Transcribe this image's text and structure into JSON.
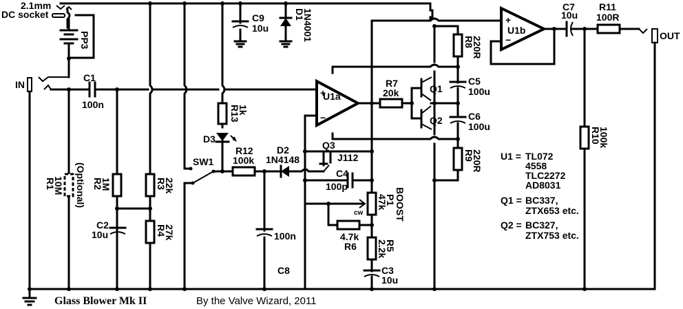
{
  "title": "Glass Blower Mk II",
  "credit": "By the Valve Wizard, 2011",
  "connectors": {
    "dc_socket": [
      "2.1mm",
      "DC socket"
    ],
    "battery": "PP3",
    "input": "IN",
    "output": "OUT"
  },
  "components": {
    "C1": {
      "ref": "C1",
      "value": "100n"
    },
    "C2": {
      "ref": "C2",
      "value": "10u"
    },
    "C3": {
      "ref": "C3",
      "value": "10u"
    },
    "C4": {
      "ref": "C4",
      "value": "100p"
    },
    "C5": {
      "ref": "C5",
      "value": "100u"
    },
    "C6": {
      "ref": "C6",
      "value": "100u"
    },
    "C7": {
      "ref": "C7",
      "value": "10u"
    },
    "C8": {
      "ref": "C8",
      "value": "100n"
    },
    "C9": {
      "ref": "C9",
      "value": "10u"
    },
    "R1": {
      "ref": "R1",
      "value": "10M",
      "note": "(Optional)"
    },
    "R2": {
      "ref": "R2",
      "value": "1M"
    },
    "R3": {
      "ref": "R3",
      "value": "22k"
    },
    "R4": {
      "ref": "R4",
      "value": "27k"
    },
    "R5": {
      "ref": "R5",
      "value": "2.2k"
    },
    "R6": {
      "ref": "R6",
      "value": "4.7k"
    },
    "R7": {
      "ref": "R7",
      "value": "20k"
    },
    "R8": {
      "ref": "R8",
      "value": "220R"
    },
    "R9": {
      "ref": "R9",
      "value": "220R"
    },
    "R10": {
      "ref": "R10",
      "value": "100k"
    },
    "R11": {
      "ref": "R11",
      "value": "100R"
    },
    "R12": {
      "ref": "R12",
      "value": "100k"
    },
    "R13": {
      "ref": "R13",
      "value": "1k"
    },
    "D1": {
      "ref": "D1",
      "value": "1N4001"
    },
    "D2": {
      "ref": "D2",
      "value": "1N4148"
    },
    "D3": {
      "ref": "D3"
    },
    "Q1": {
      "ref": "Q1"
    },
    "Q2": {
      "ref": "Q2"
    },
    "Q3": {
      "ref": "Q3",
      "value": "J112"
    },
    "P1": {
      "ref": "P1",
      "value": "47k",
      "function": "BOOST",
      "marker": "cw"
    },
    "SW1": {
      "ref": "SW1"
    },
    "U1a": {
      "ref": "U1a"
    },
    "U1b": {
      "ref": "U1b"
    }
  },
  "opamp_pins": {
    "plus": "+",
    "minus": "−"
  },
  "notes": [
    [
      "U1 =",
      "TL072",
      "4558",
      "TLC2272",
      "AD8031"
    ],
    [
      "Q1 =",
      "BC337,",
      "ZTX653 etc."
    ],
    [
      "Q2 =",
      "BC327,",
      "ZTX753 etc."
    ]
  ]
}
